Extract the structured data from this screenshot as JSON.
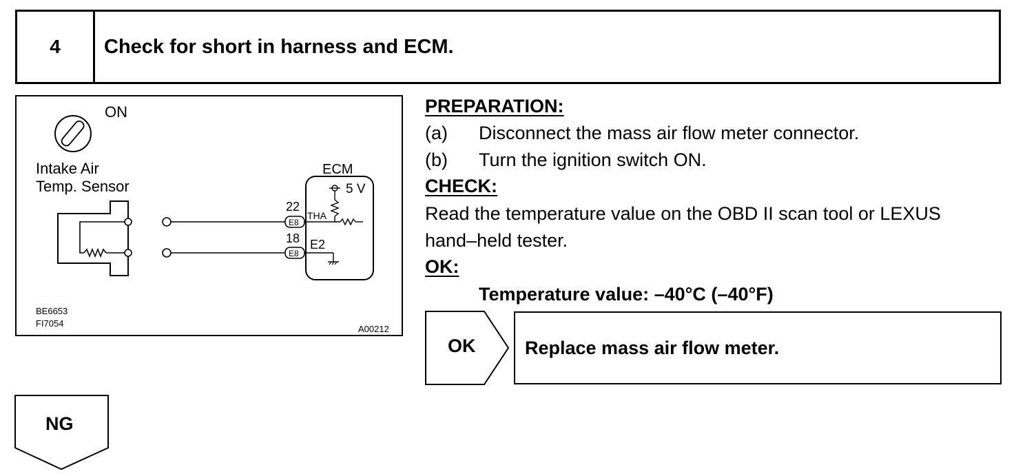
{
  "step": {
    "number": "4",
    "title": "Check for short in harness and ECM."
  },
  "diagram": {
    "ignition_label": "ON",
    "sensor_label_1": "Intake Air",
    "sensor_label_2": "Temp. Sensor",
    "ecm_label": "ECM",
    "voltage_label": "5 V",
    "pin_22": "22",
    "pin_18": "18",
    "connector_1": "E8",
    "connector_2": "E8",
    "terminal_tha": "THA",
    "terminal_e2": "E2",
    "code_1": "BE6653",
    "code_2": "FI7054",
    "code_3": "A00212"
  },
  "preparation": {
    "heading": "PREPARATION:",
    "item_a_label": "(a)",
    "item_a_text": "Disconnect the mass air flow meter connector.",
    "item_b_label": "(b)",
    "item_b_text": "Turn the ignition switch ON."
  },
  "check": {
    "heading": "CHECK:",
    "line_1": "Read the temperature value on the OBD II scan tool or LEXUS",
    "line_2": "hand–held tester."
  },
  "ok_section": {
    "heading": "OK:",
    "value": "Temperature value: –40°C (–40°F)"
  },
  "result": {
    "ok_label": "OK",
    "ok_action": "Replace mass air flow meter.",
    "ng_label": "NG"
  }
}
